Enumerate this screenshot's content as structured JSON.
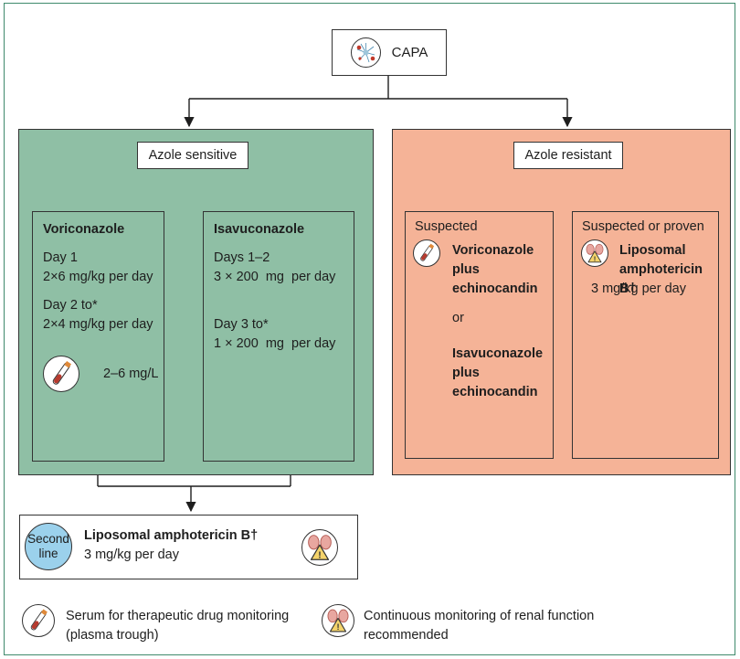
{
  "top": {
    "label": "CAPA"
  },
  "sensitive": {
    "header": "Azole sensitive",
    "voriconazole": {
      "title": "Voriconazole",
      "day1_label": "Day 1",
      "day1_dose": "2×6 mg/kg per day",
      "day2_label": "Day 2 to*",
      "day2_dose": "2×4 mg/kg per day",
      "tdm_range": "2–6 mg/L"
    },
    "isavuconazole": {
      "title": "Isavuconazole",
      "days12_label": "Days 1–2",
      "days12_dose": "3 × 200  mg  per day",
      "day3_label": "Day 3 to*",
      "day3_dose": "1 × 200  mg  per day"
    }
  },
  "resistant": {
    "header": "Azole resistant",
    "suspected": {
      "title": "Suspected",
      "opt1_line1": "Voriconazole",
      "opt1_line2": "plus",
      "opt1_line3": "echinocandin",
      "or": "or",
      "opt2_line1": "Isavuconazole",
      "opt2_line2": "plus",
      "opt2_line3": "echinocandin"
    },
    "proven": {
      "title": "Suspected or proven",
      "drug_line1": "Liposomal",
      "drug_line2": "amphotericin B†",
      "dose": "3 mg/kg per day"
    }
  },
  "second_line": {
    "badge_line1": "Second",
    "badge_line2": "line",
    "drug": "Liposomal amphotericin B†",
    "dose": "3 mg/kg per day"
  },
  "legend": {
    "tdm_line1": "Serum for therapeutic drug monitoring",
    "tdm_line2": "(plasma trough)",
    "renal_line1": "Continuous monitoring of renal function",
    "renal_line2": "recommended"
  },
  "icons": {
    "tdm": "blood-sample-tube-icon",
    "renal": "kidney-warning-icon",
    "capa": "aspergillus-lung-icon"
  },
  "colors": {
    "sensitive_fill": "#8fbfa5",
    "resistant_fill": "#f5b397",
    "frame": "#3f8a6c"
  }
}
